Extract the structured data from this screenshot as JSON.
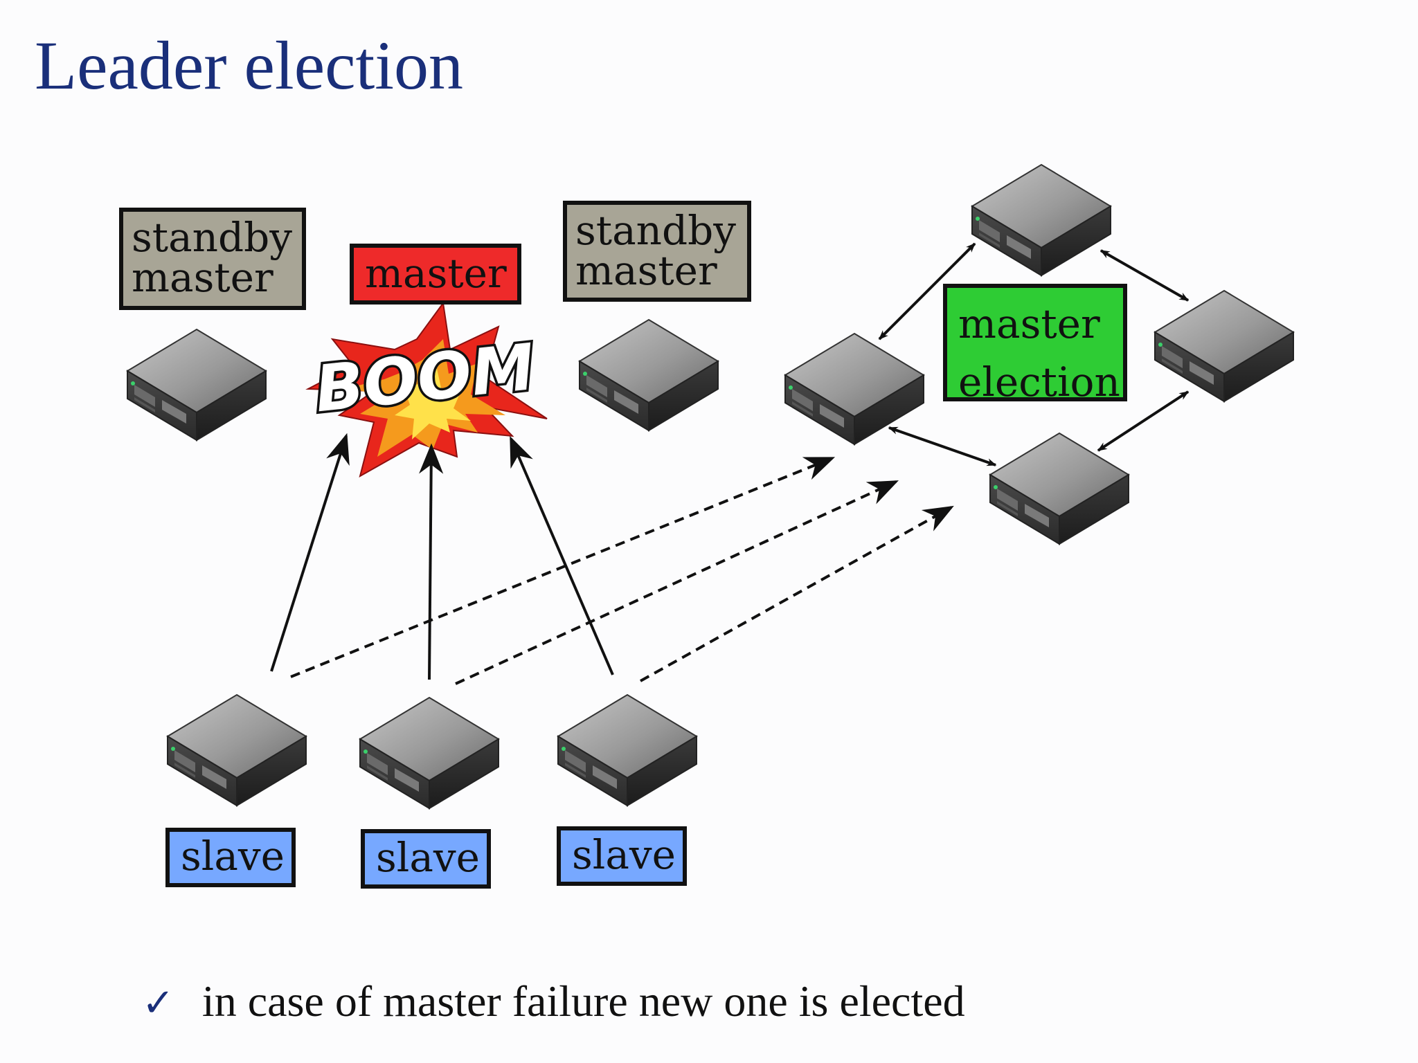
{
  "title": "Leader election",
  "labels": {
    "standby_left": [
      "standby",
      "master"
    ],
    "master": "master",
    "boom": "BOOM",
    "standby_right": [
      "standby",
      "master"
    ],
    "election": [
      "master",
      "election"
    ],
    "slave_1": "slave",
    "slave_2": "slave",
    "slave_3": "slave"
  },
  "bullet": {
    "icon": "check-icon",
    "symbol": "✓",
    "text": "in case of master failure new one is elected"
  },
  "colors": {
    "title": "#1a2f7a",
    "standby": "#a8a596",
    "master": "#ee2a2a",
    "election": "#2ecc34",
    "slave": "#77a8ff"
  }
}
